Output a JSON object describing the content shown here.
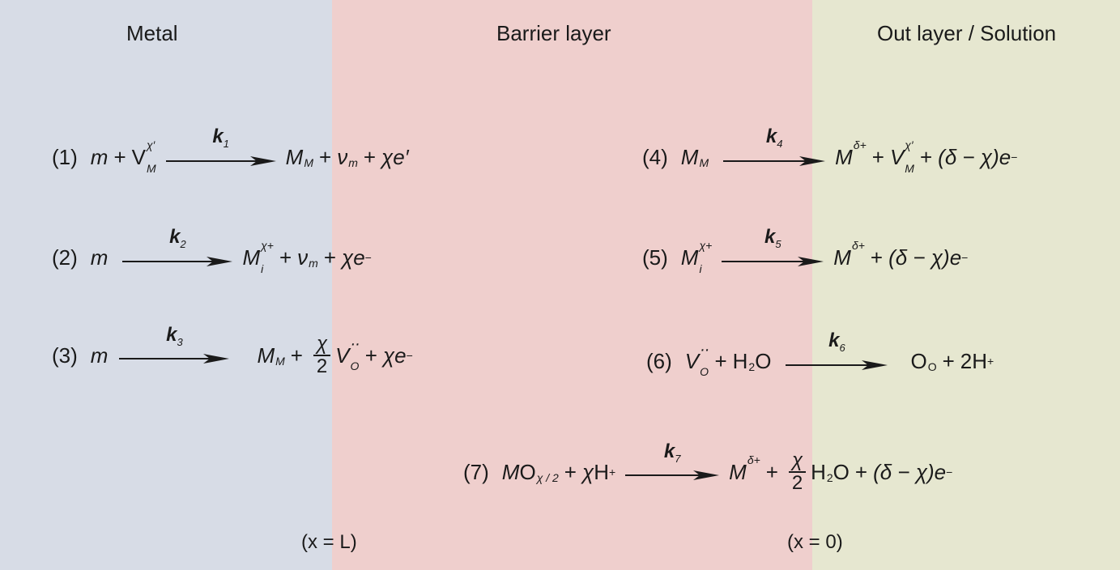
{
  "headers": {
    "metal": "Metal",
    "barrier": "Barrier layer",
    "outer": "Out layer / Solution"
  },
  "boundaries": {
    "left": "(x = L)",
    "right": "(x = 0)"
  },
  "reactions": {
    "r1": {
      "num": "(1)",
      "k": "k",
      "ksub": "1"
    },
    "r2": {
      "num": "(2)",
      "k": "k",
      "ksub": "2"
    },
    "r3": {
      "num": "(3)",
      "k": "k",
      "ksub": "3"
    },
    "r4": {
      "num": "(4)",
      "k": "k",
      "ksub": "4"
    },
    "r5": {
      "num": "(5)",
      "k": "k",
      "ksub": "5"
    },
    "r6": {
      "num": "(6)",
      "k": "k",
      "ksub": "6"
    },
    "r7": {
      "num": "(7)",
      "k": "k",
      "ksub": "7"
    }
  },
  "colors": {
    "metal_bg": "#d7dce6",
    "barrier_bg": "#efcfcd",
    "outer_bg": "#e6e7d0"
  }
}
